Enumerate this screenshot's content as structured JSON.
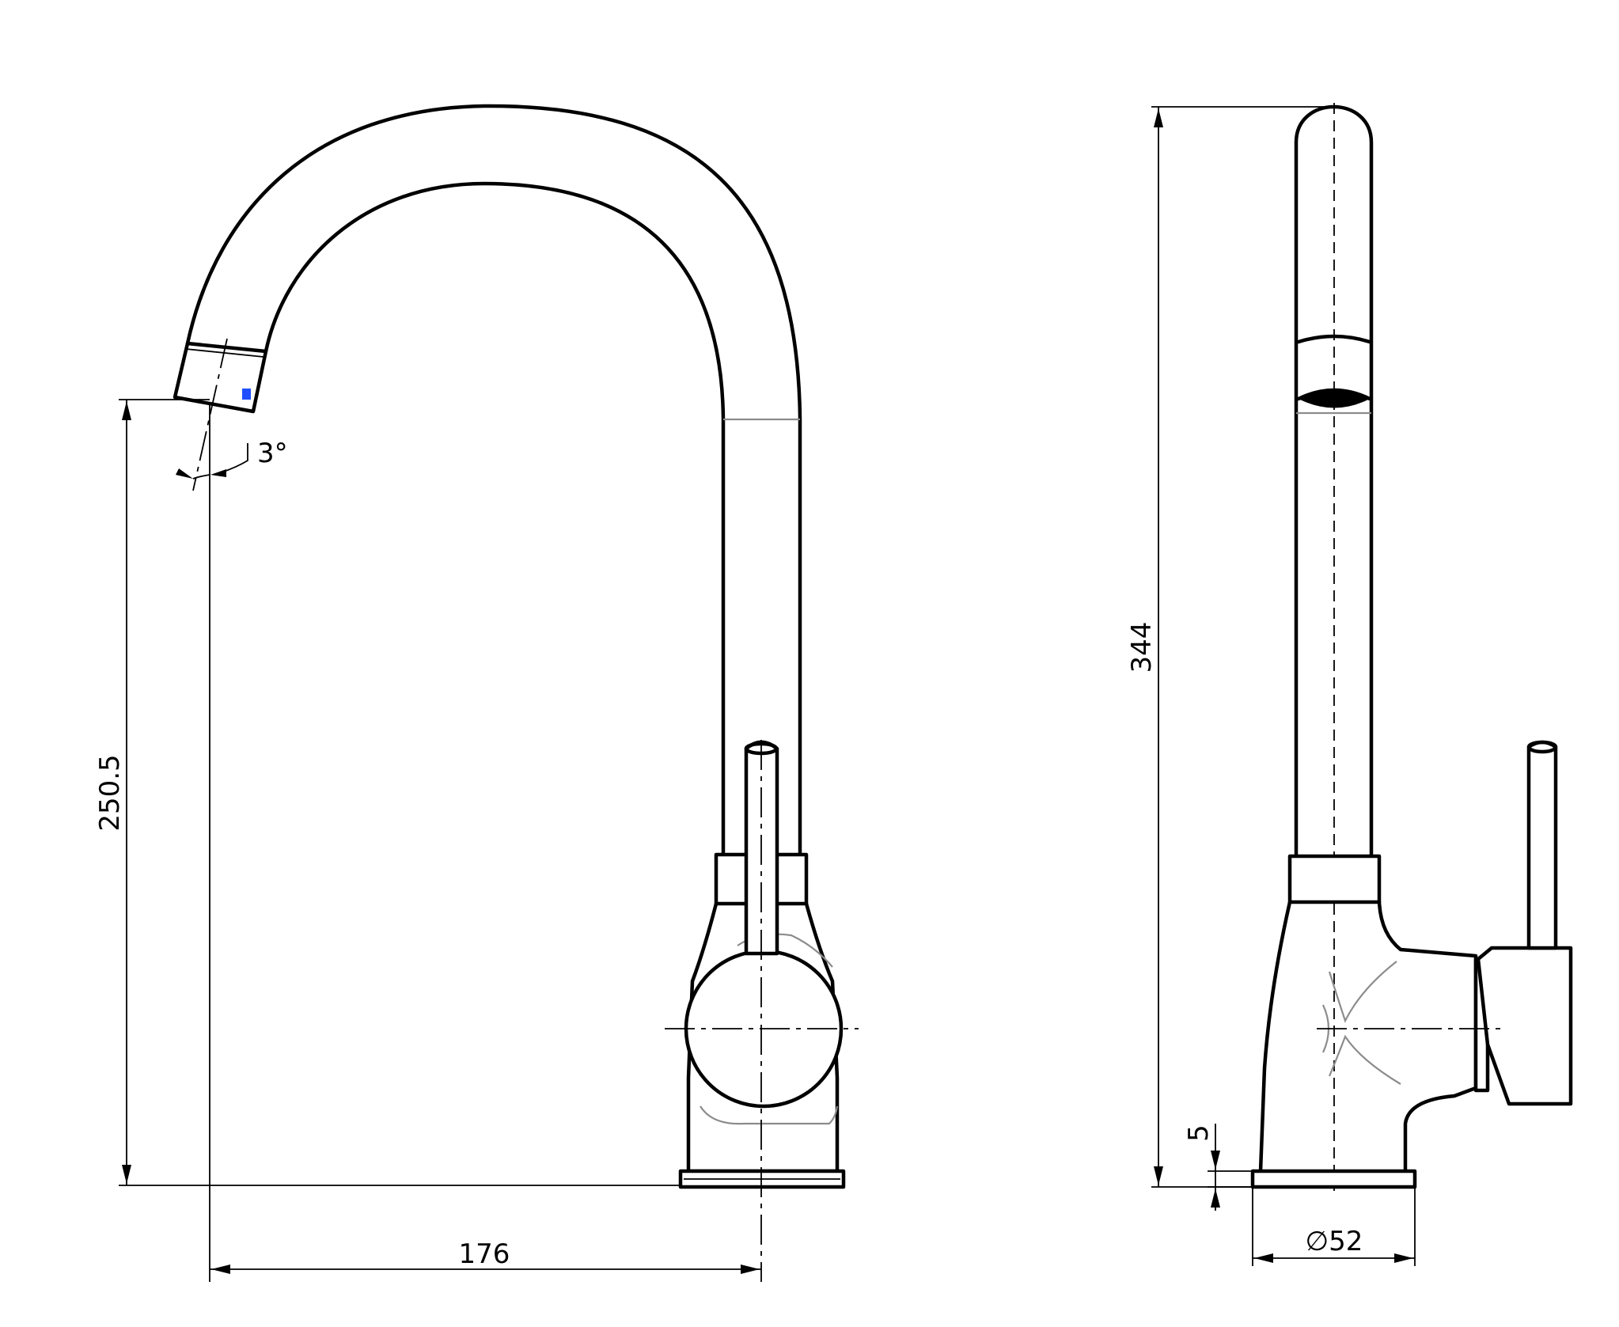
{
  "dimensions": {
    "spout_height": "250.5",
    "overall_height": "344",
    "reach": "176",
    "spout_angle": "3°",
    "base_plate_thickness": "5",
    "base_diameter": "∅52"
  },
  "colors": {
    "line": "#000000",
    "hidden_edge": "#8c8c8c",
    "marker": "#1f4fff",
    "background": "#ffffff"
  }
}
